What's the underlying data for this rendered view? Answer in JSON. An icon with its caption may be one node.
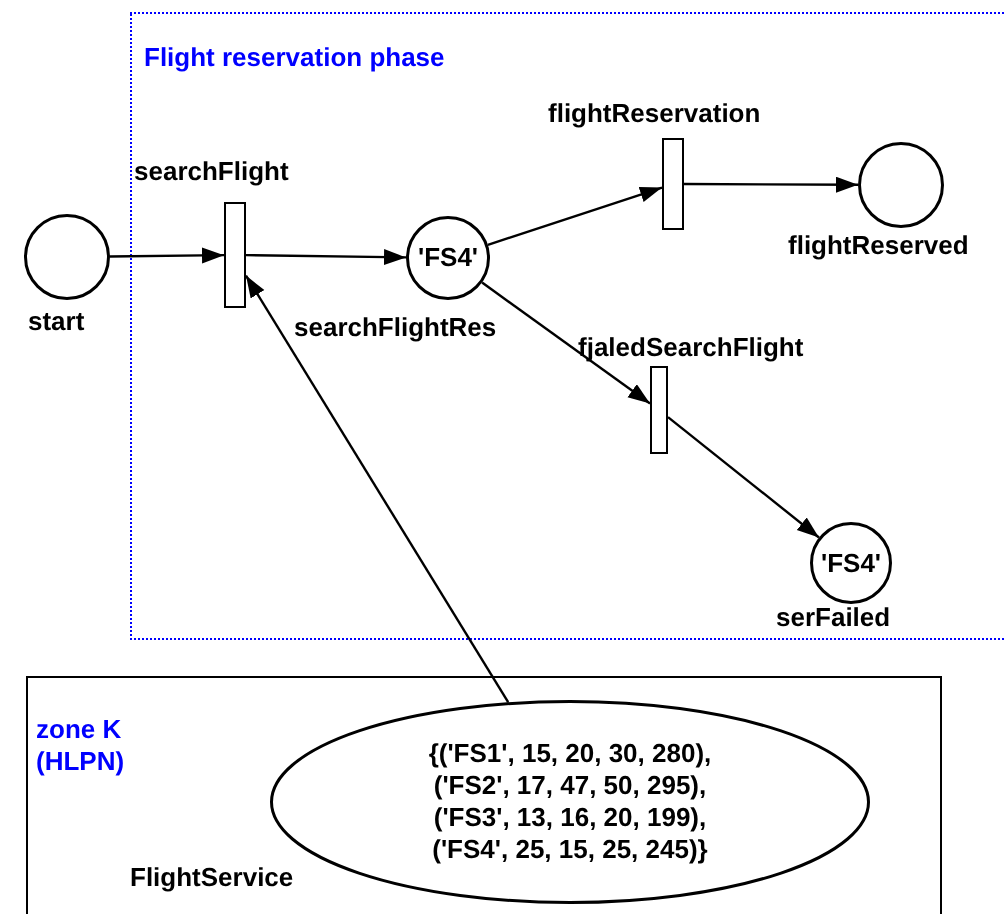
{
  "diagram": {
    "nodes": [
      {
        "text": [
          "Flight reservation phase"
        ]
      },
      {
        "text": [
          "start"
        ]
      },
      {
        "text": [
          "searchFlight"
        ],
        "in": 0
      },
      {
        "text": [
          "'FS4'",
          "searchFlightRes"
        ],
        "in": 0
      },
      {
        "text": [
          "flightReservation"
        ],
        "in": 0
      },
      {
        "text": [
          "flightReserved"
        ],
        "in": 0
      },
      {
        "text": [
          "fjaledSearchFlight"
        ],
        "in": 0
      },
      {
        "text": [
          "'FS4'",
          "serFailed"
        ],
        "in": 0
      },
      {
        "text": [
          "zone K (HLPN)"
        ]
      },
      {
        "text": [
          "{('FS1', 15, 20, 30, 280), ('FS2', 17, 47, 50, 295), ('FS3', 13, 16, 20, 199), ('FS4', 25, 15, 25, 245)}",
          "FlightService"
        ],
        "in": 8
      }
    ],
    "edges": [
      {
        "from": 1,
        "to": 2,
        "arrow": "to"
      },
      {
        "from": 2,
        "to": 3,
        "arrow": "to"
      },
      {
        "from": 3,
        "to": 4,
        "arrow": "to"
      },
      {
        "from": 4,
        "to": 5,
        "arrow": "to"
      },
      {
        "from": 3,
        "to": 6,
        "arrow": "to"
      },
      {
        "from": 6,
        "to": 7,
        "arrow": "to"
      },
      {
        "from": 9,
        "to": 2,
        "arrow": "to"
      }
    ]
  }
}
